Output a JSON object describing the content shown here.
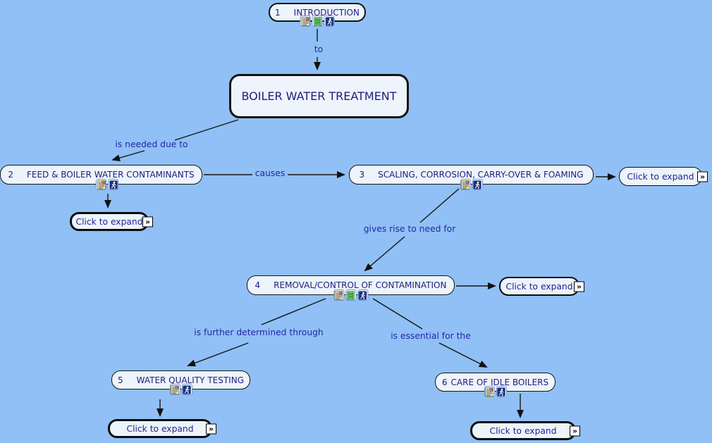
{
  "canvas": {
    "background_color": "#90c0f6",
    "node_fill_color": "#edf4fb",
    "node_border_color": "#141414",
    "node_text_color": "#20207c",
    "phrase_text_color": "#2626a6"
  },
  "root_node": {
    "label": "BOILER WATER TREATMENT"
  },
  "concept_nodes": [
    {
      "number": "1",
      "title": "INTRODUCTION"
    },
    {
      "number": "2",
      "title": "FEED & BOILER WATER CONTAMINANTS"
    },
    {
      "number": "3",
      "title": "SCALING, CORROSION, CARRY-OVER & FOAMING"
    },
    {
      "number": "4",
      "title": "REMOVAL/CONTROL OF CONTAMINATION"
    },
    {
      "number": "5",
      "title": "WATER QUALITY TESTING"
    },
    {
      "number": "6",
      "title": "CARE OF IDLE BOILERS"
    }
  ],
  "linking_phrases": {
    "to": "to",
    "is_needed_due_to": "is needed due to",
    "causes": "causes",
    "gives_rise_to_need_for": "gives rise to need for",
    "is_further_determined_through": "is further determined through",
    "is_essential_for_the": "is essential for the"
  },
  "expand_button": {
    "label": "Click to expand",
    "chevron_glyph": "»"
  },
  "resource_icons": {
    "document": "document-resource-icon",
    "filmstrip": "video-resource-icon",
    "runner": "activity-resource-icon"
  }
}
